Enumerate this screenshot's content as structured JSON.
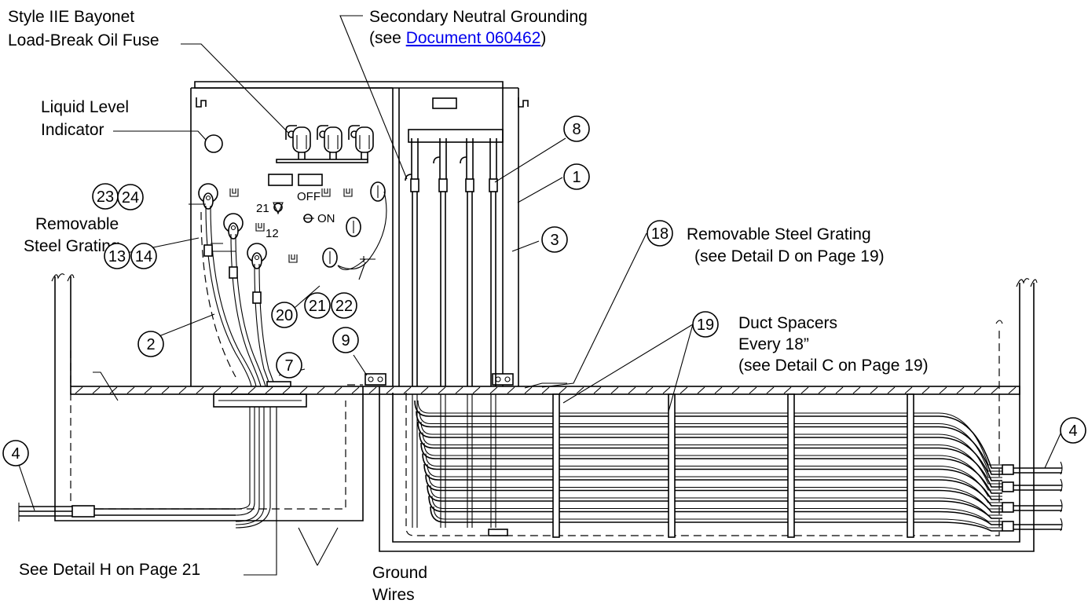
{
  "labels": {
    "fuse_line1": "Style IIE Bayonet",
    "fuse_line2": "Load-Break Oil Fuse",
    "neutral_line1": "Secondary Neutral Grounding",
    "neutral_pre": "(see ",
    "neutral_link": "Document  060462",
    "neutral_post": ")",
    "liquid_line1": "Liquid Level",
    "liquid_line2": "Indicator",
    "grating_left_line1": "Removable",
    "grating_left_line2": "Steel Grating",
    "grating_right_line1": "Removable Steel Grating",
    "grating_right_line2": "(see Detail D on Page 19)",
    "duct_line1": "Duct Spacers",
    "duct_line2": "Every 18”",
    "duct_line3": "(see Detail C on Page 19)",
    "detail_h": "See Detail H on Page 21",
    "ground_line1": "Ground",
    "ground_line2": "Wires",
    "panel_off": "OFF",
    "panel_on": "ON",
    "panel_21": "21",
    "panel_12": "12"
  },
  "callouts": [
    "1",
    "2",
    "3",
    "4",
    "4",
    "7",
    "8",
    "9",
    "13",
    "14",
    "18",
    "19",
    "20",
    "21",
    "22",
    "23",
    "24"
  ]
}
